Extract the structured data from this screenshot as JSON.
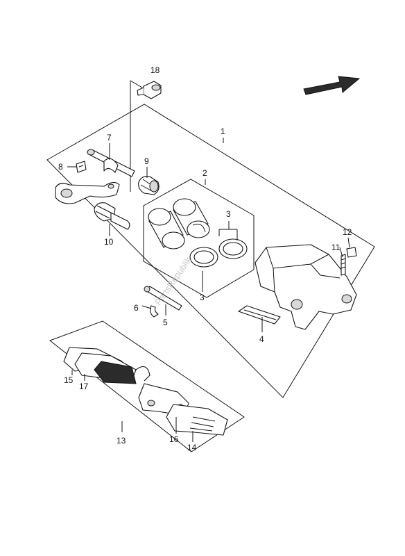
{
  "watermark": "PartsRepublik",
  "callouts": {
    "c1": "1",
    "c2": "2",
    "c3a": "3",
    "c3b": "3",
    "c4": "4",
    "c5": "5",
    "c6": "6",
    "c7": "7",
    "c8": "8",
    "c9": "9",
    "c10": "10",
    "c11": "11",
    "c12": "12",
    "c13": "13",
    "c14": "14",
    "c15": "15",
    "c16": "16",
    "c17": "17",
    "c18": "18"
  }
}
